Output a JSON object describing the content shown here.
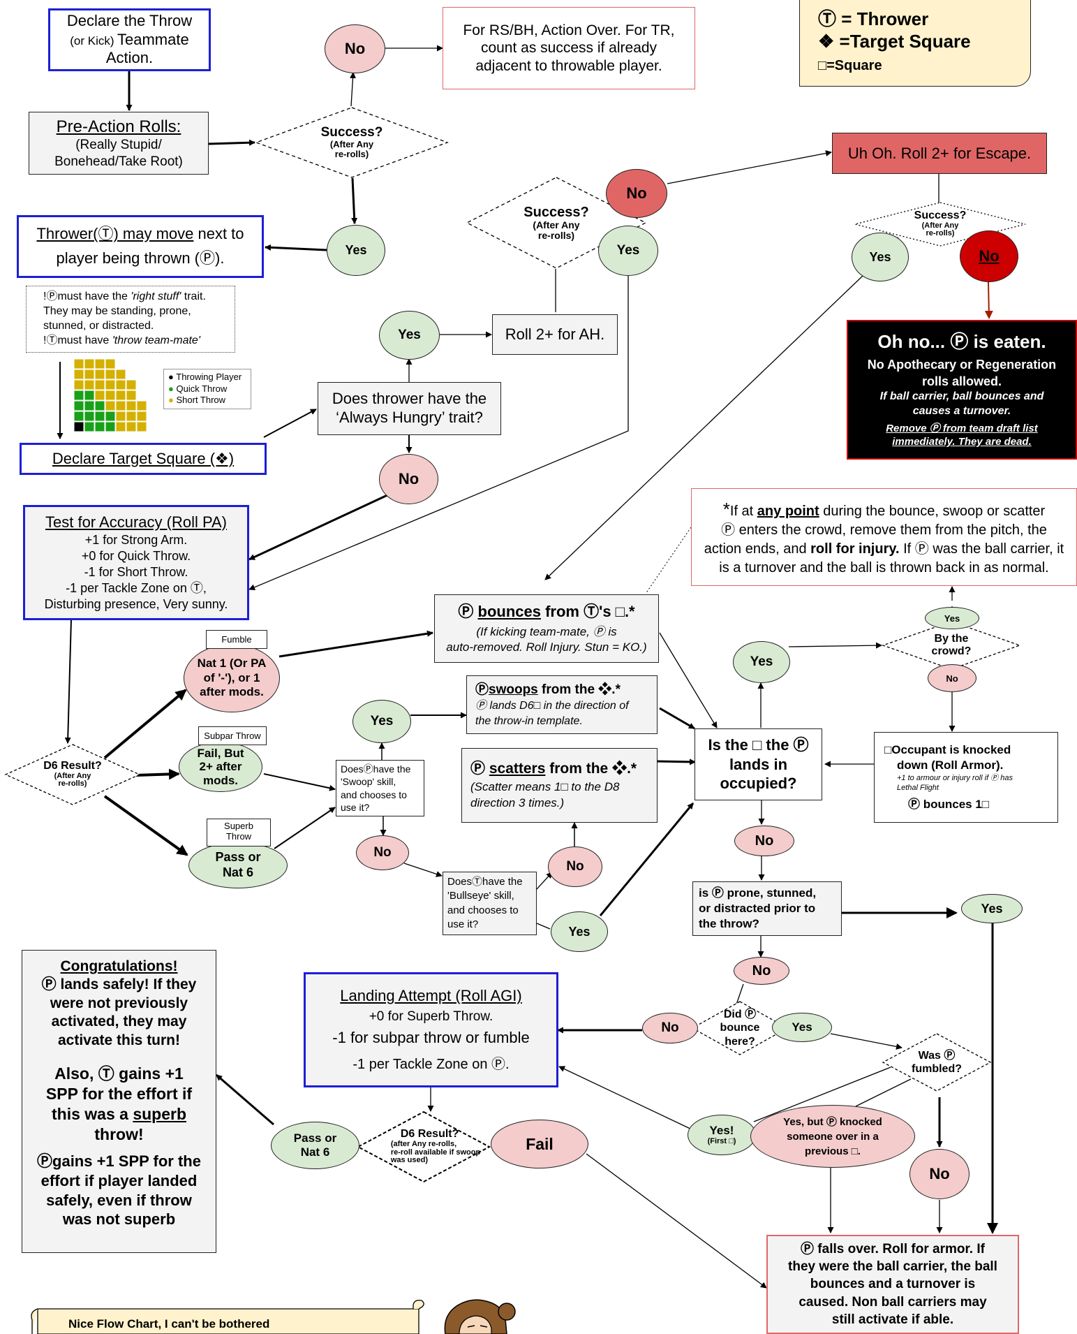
{
  "legend": {
    "thrower": "Ⓣ = Thrower",
    "target": "❖ =Target Square",
    "square": "□=Square"
  },
  "declare_throw": {
    "line1": "Declare the Throw",
    "line2_small": "(or Kick)",
    "line2": "Teammate",
    "line3": "Action."
  },
  "pre_action": {
    "title": "Pre-Action Rolls:",
    "line1": "(Really Stupid/",
    "line2": "Bonehead/Take Root)"
  },
  "success1": {
    "title": "Success?",
    "sub1": "(After Any",
    "sub2": "re-rolls)"
  },
  "no_action_over": "No",
  "action_over": {
    "line1": "For RS/BH, Action Over. For TR,",
    "line2": "count as success if already",
    "line3": "adjacent to throwable player."
  },
  "yes_pre": "Yes",
  "thrower_move": {
    "part1": "Thrower(Ⓣ) may move",
    "part2": " next to",
    "line2": "player being thrown (Ⓟ)."
  },
  "requirements": {
    "l1a": "!Ⓟmust have the ",
    "l1b": "'right stuff'",
    "l1c": "  trait.",
    "l2": "They may be standing, prone,",
    "l3": "stunned, or distracted.",
    "l4a": "!Ⓣmust have ",
    "l4b": "'throw team-mate'"
  },
  "range_legend": {
    "throwing": "Throwing Player",
    "quick": "Quick Throw",
    "short": "Short Throw"
  },
  "declare_target": "Declare Target Square (❖)",
  "always_hungry": {
    "line1": "Does thrower have the",
    "line2": "‘Always Hungry’ trait?"
  },
  "yes_ah": "Yes",
  "no_ah": "No",
  "roll_ah": "Roll 2+ for AH.",
  "success2": {
    "title": "Success?",
    "sub1": "(After Any",
    "sub2": "re-rolls)"
  },
  "no_ah_fail": "No",
  "yes_ah_success": "Yes",
  "uh_oh": "Uh Oh. Roll 2+ for Escape.",
  "success3": {
    "title": "Success?",
    "sub1": "(After Any",
    "sub2": "re-rolls)"
  },
  "yes_escape": "Yes",
  "no_escape": "No",
  "eaten": {
    "title": "Oh no... Ⓟ is eaten.",
    "line1": "No Apothecary or Regeneration",
    "line2": "rolls allowed.",
    "line3": "If ball carrier, ball bounces and",
    "line4": "causes a turnover.",
    "line5": "Remove Ⓟ from team draft list",
    "line6": "immediately. They are dead."
  },
  "accuracy": {
    "title": "Test for Accuracy (Roll PA)",
    "l1": "+1 for Strong Arm.",
    "l2": "+0 for Quick Throw.",
    "l3": "-1 for Short Throw.",
    "l4": "-1 per Tackle Zone on Ⓣ,",
    "l5": "Disturbing presence, Very sunny."
  },
  "crowd_note": {
    "star": "*",
    "a": "If at ",
    "b": "any point",
    "c": "  during the bounce, swoop or scatter",
    "d": "Ⓟ enters the crowd, remove them from the pitch, the",
    "e": "action ends, and ",
    "f": "roll for injury.",
    "g": " If Ⓟ was the ball carrier, it",
    "h": "is a turnover and the ball is thrown back in as normal."
  },
  "bounces": {
    "p": "Ⓟ ",
    "title": "bounces",
    "rest": " from Ⓣ's  □.*",
    "l1": "(If kicking team-mate, Ⓟ is",
    "l2": "auto-removed. Roll Injury. Stun = KO.)"
  },
  "fumble_tag": "Fumble",
  "fumble": {
    "l1": "Nat 1 (Or PA",
    "l2": "of '-'), or 1",
    "l3": "after mods."
  },
  "subpar_tag": "Subpar Throw",
  "subpar": {
    "l1": "Fail, But",
    "l2": "2+ after",
    "l3": "mods."
  },
  "superb_tag": {
    "l1": "Superb",
    "l2": "Throw"
  },
  "superb": {
    "l1": "Pass or",
    "l2": "Nat 6"
  },
  "d6_result": {
    "title": "D6 Result?",
    "sub1": "(After Any",
    "sub2": "re-rolls)"
  },
  "swoop_q": {
    "l1": "DoesⓅhave the",
    "l2": "'Swoop'  skill,",
    "l3": "and chooses to",
    "l4": "use it?"
  },
  "yes_swoop": "Yes",
  "no_swoop": "No",
  "swoops": {
    "p": "Ⓟ",
    "title": "swoops",
    "rest": " from the ❖.*",
    "l1": "Ⓟ lands D6□ in the direction of",
    "l2": "the throw-in template."
  },
  "scatters": {
    "p": "Ⓟ ",
    "title": "scatters",
    "rest": " from the  ❖.*",
    "l1": "(Scatter means 1□  to the D8",
    "l2": "direction 3 times.)"
  },
  "bullseye_q": {
    "l1": "DoesⓉhave the",
    "l2": "'Bullseye' skill,",
    "l3": "and chooses to",
    "l4": "use it?"
  },
  "no_bullseye": "No",
  "yes_bullseye": "Yes",
  "occupied": {
    "l1": "Is the □ the Ⓟ",
    "l2": "lands in",
    "l3": "occupied?"
  },
  "yes_occupied": "Yes",
  "by_crowd": {
    "l1": "By the",
    "l2": "crowd?"
  },
  "yes_crowd": "Yes",
  "no_crowd": "No",
  "occupant": {
    "l1": "□Occupant is knocked",
    "l2": "down (Roll Armor).",
    "l3": "+1 to armour or injury roll if Ⓟ has",
    "l4": "Lethal Flight",
    "l5": "Ⓟ bounces 1□"
  },
  "no_occupied": "No",
  "prone_q": {
    "l1": "is Ⓟ prone, stunned,",
    "l2": "or distracted prior to",
    "l3": "the throw?"
  },
  "yes_prone": "Yes",
  "no_prone": "No",
  "did_bounce": {
    "l1": "Did Ⓟ",
    "l2": "bounce",
    "l3": "here?"
  },
  "no_bounce": "No",
  "yes_bounce": "Yes",
  "was_fumbled": {
    "l1": "Was Ⓟ",
    "l2": "fumbled?"
  },
  "yes_first": {
    "l1": "Yes!",
    "l2": "(First □)"
  },
  "yes_knocked": {
    "l1": "Yes, but Ⓟ knocked",
    "l2": "someone over in a",
    "l3": "previous □."
  },
  "no_fumbled": "No",
  "landing": {
    "title": "Landing Attempt (Roll AGI)",
    "l1": "+0 for Superb Throw.",
    "l2": "-1 for subpar throw or fumble",
    "l3": "-1 per Tackle Zone on Ⓟ."
  },
  "d6_landing": {
    "title": "D6 Result?",
    "s1": "(after Any re-rolls,",
    "s2": "re-roll available if swoop",
    "s3": "was used)"
  },
  "pass_nat6": {
    "l1": "Pass or",
    "l2": "Nat 6"
  },
  "fail": "Fail",
  "congrats": {
    "title": "Congratulations!",
    "l1": "Ⓟ lands safely! If they",
    "l2": "were not previously",
    "l3": "activated, they may",
    "l4": "activate this turn!",
    "l5": "Also, Ⓣ gains +1",
    "l6": "SPP for the effort if",
    "l7a": "this was a ",
    "l7b": "superb",
    "l8": "throw!",
    "l9": "Ⓟgains +1 SPP for the",
    "l10": "effort if player landed",
    "l11": "safely, even if throw",
    "l12": "was not superb"
  },
  "falls_over": {
    "l1": "Ⓟ falls over. Roll for armor. If",
    "l2": "they were the ball carrier, the ball",
    "l3": "bounces and a turnover is",
    "l4": "caused. Non ball carriers may",
    "l5": "still activate if able."
  },
  "scroll_note": "Nice Flow Chart, I can't be bothered",
  "colors": {
    "yes": "#d9ead3",
    "no": "#f4cccc",
    "no_dark": "#e06666",
    "no_red": "#cc0000",
    "blue": "#1c1fd6",
    "green": "#22dd22",
    "legend_bg": "#fff2cc"
  }
}
